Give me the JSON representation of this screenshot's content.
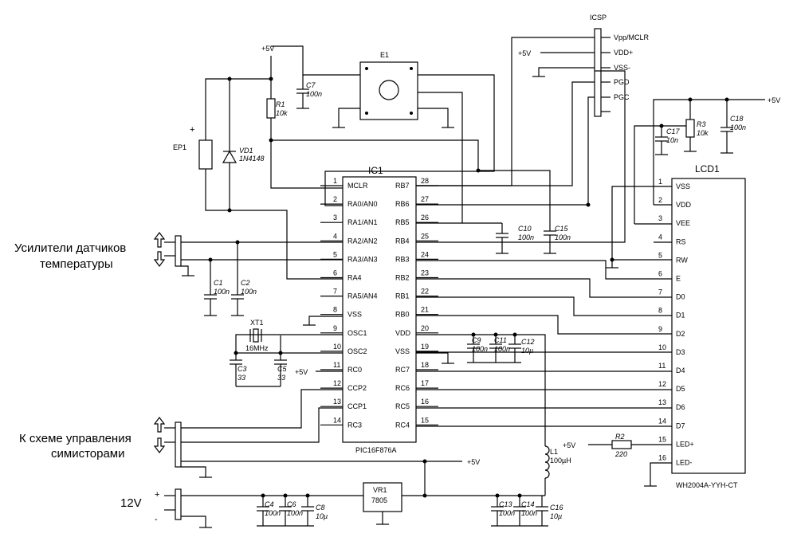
{
  "labels": {
    "ic1": "IC1",
    "ic1_part": "PIC16F876A",
    "lcd1": "LCD1",
    "lcd_part": "WH2004A-YYH-CT",
    "e1": "E1",
    "icsp": "ICSP",
    "ep1": "EP1",
    "plus": "+",
    "vr1": "VR1",
    "vr1_part": "7805",
    "xt1": "XT1",
    "xt1_freq": "16MHz",
    "l1": "L1",
    "l1_val": "100µH",
    "r1": "R1",
    "r1_val": "10k",
    "r2": "R2",
    "r2_val": "220",
    "r3": "R3",
    "r3_val": "10k",
    "vd1": "VD1",
    "vd1_part": "1N4148",
    "p5v": "+5V",
    "group_temp_1": "Усилители датчиков",
    "group_temp_2": "температуры",
    "group_sym_1": "К схеме управления",
    "group_sym_2": "симисторами",
    "v12": "12V",
    "plus_sign": "+",
    "minus_sign": "-"
  },
  "caps": [
    {
      "name": "C1",
      "val": "100n"
    },
    {
      "name": "C2",
      "val": "100n"
    },
    {
      "name": "C3",
      "val": "33"
    },
    {
      "name": "C4",
      "val": "100n"
    },
    {
      "name": "C5",
      "val": "33"
    },
    {
      "name": "C6",
      "val": "100n"
    },
    {
      "name": "C7",
      "val": "100n"
    },
    {
      "name": "C8",
      "val": "10µ"
    },
    {
      "name": "C9",
      "val": "100n"
    },
    {
      "name": "C10",
      "val": "100n"
    },
    {
      "name": "C11",
      "val": "100n"
    },
    {
      "name": "C12",
      "val": "10µ"
    },
    {
      "name": "C13",
      "val": "100n"
    },
    {
      "name": "C14",
      "val": "100n"
    },
    {
      "name": "C15",
      "val": "100n"
    },
    {
      "name": "C16",
      "val": "10µ"
    },
    {
      "name": "C17",
      "val": "10n"
    },
    {
      "name": "C18",
      "val": "100n"
    }
  ],
  "ic_left": [
    {
      "num": "1",
      "name": "MCLR"
    },
    {
      "num": "2",
      "name": "RA0/AN0"
    },
    {
      "num": "3",
      "name": "RA1/AN1"
    },
    {
      "num": "4",
      "name": "RA2/AN2"
    },
    {
      "num": "5",
      "name": "RA3/AN3"
    },
    {
      "num": "6",
      "name": "RA4"
    },
    {
      "num": "7",
      "name": "RA5/AN4"
    },
    {
      "num": "8",
      "name": "VSS"
    },
    {
      "num": "9",
      "name": "OSC1"
    },
    {
      "num": "10",
      "name": "OSC2"
    },
    {
      "num": "11",
      "name": "RC0"
    },
    {
      "num": "12",
      "name": "CCP2"
    },
    {
      "num": "13",
      "name": "CCP1"
    },
    {
      "num": "14",
      "name": "RC3"
    }
  ],
  "ic_right": [
    {
      "num": "28",
      "name": "RB7"
    },
    {
      "num": "27",
      "name": "RB6"
    },
    {
      "num": "26",
      "name": "RB5"
    },
    {
      "num": "25",
      "name": "RB4"
    },
    {
      "num": "24",
      "name": "RB3"
    },
    {
      "num": "23",
      "name": "RB2"
    },
    {
      "num": "22",
      "name": "RB1"
    },
    {
      "num": "21",
      "name": "RB0"
    },
    {
      "num": "20",
      "name": "VDD"
    },
    {
      "num": "19",
      "name": "VSS"
    },
    {
      "num": "18",
      "name": "RC7"
    },
    {
      "num": "17",
      "name": "RC6"
    },
    {
      "num": "16",
      "name": "RC5"
    },
    {
      "num": "15",
      "name": "RC4"
    }
  ],
  "lcd_pins": [
    {
      "num": "1",
      "name": "VSS"
    },
    {
      "num": "2",
      "name": "VDD"
    },
    {
      "num": "3",
      "name": "VEE"
    },
    {
      "num": "4",
      "name": "RS"
    },
    {
      "num": "5",
      "name": "RW"
    },
    {
      "num": "6",
      "name": "E"
    },
    {
      "num": "7",
      "name": "D0"
    },
    {
      "num": "8",
      "name": "D1"
    },
    {
      "num": "9",
      "name": "D2"
    },
    {
      "num": "10",
      "name": "D3"
    },
    {
      "num": "11",
      "name": "D4"
    },
    {
      "num": "12",
      "name": "D5"
    },
    {
      "num": "13",
      "name": "D6"
    },
    {
      "num": "14",
      "name": "D7"
    },
    {
      "num": "15",
      "name": "LED+"
    },
    {
      "num": "16",
      "name": "LED-"
    }
  ],
  "icsp_pins": [
    "Vpp/MCLR",
    "VDD+",
    "VSS-",
    "PGD",
    "PGC"
  ]
}
